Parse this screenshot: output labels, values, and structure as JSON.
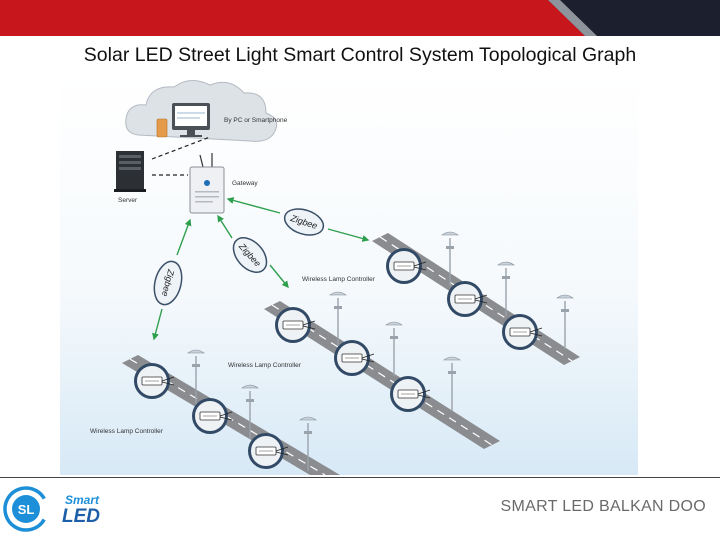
{
  "slide": {
    "title": "Solar LED Street Light Smart Control System Topological Graph",
    "footer": "SMART LED BALKAN DOO"
  },
  "colors": {
    "topbar_red": "#c8161d",
    "topbar_dark": "#1c1f2e",
    "sky_blue": "#e6f1f9",
    "link_green": "#2e9f4d",
    "lamp_ring": "#324a66",
    "road": "#8a8c90"
  },
  "diagram": {
    "cloud_label": "By PC or Smartphone",
    "server_label": "Server",
    "gateway_label": "Gateway",
    "zigbee_labels": [
      "Zigbee",
      "Zigbee",
      "Zigbee"
    ],
    "controller_labels": [
      "Wireless Lamp Controller",
      "Wireless Lamp Controller",
      "Wireless Lamp Controller"
    ]
  },
  "logo": {
    "badge": "SL",
    "word1": "Smart",
    "word2": "LED"
  }
}
